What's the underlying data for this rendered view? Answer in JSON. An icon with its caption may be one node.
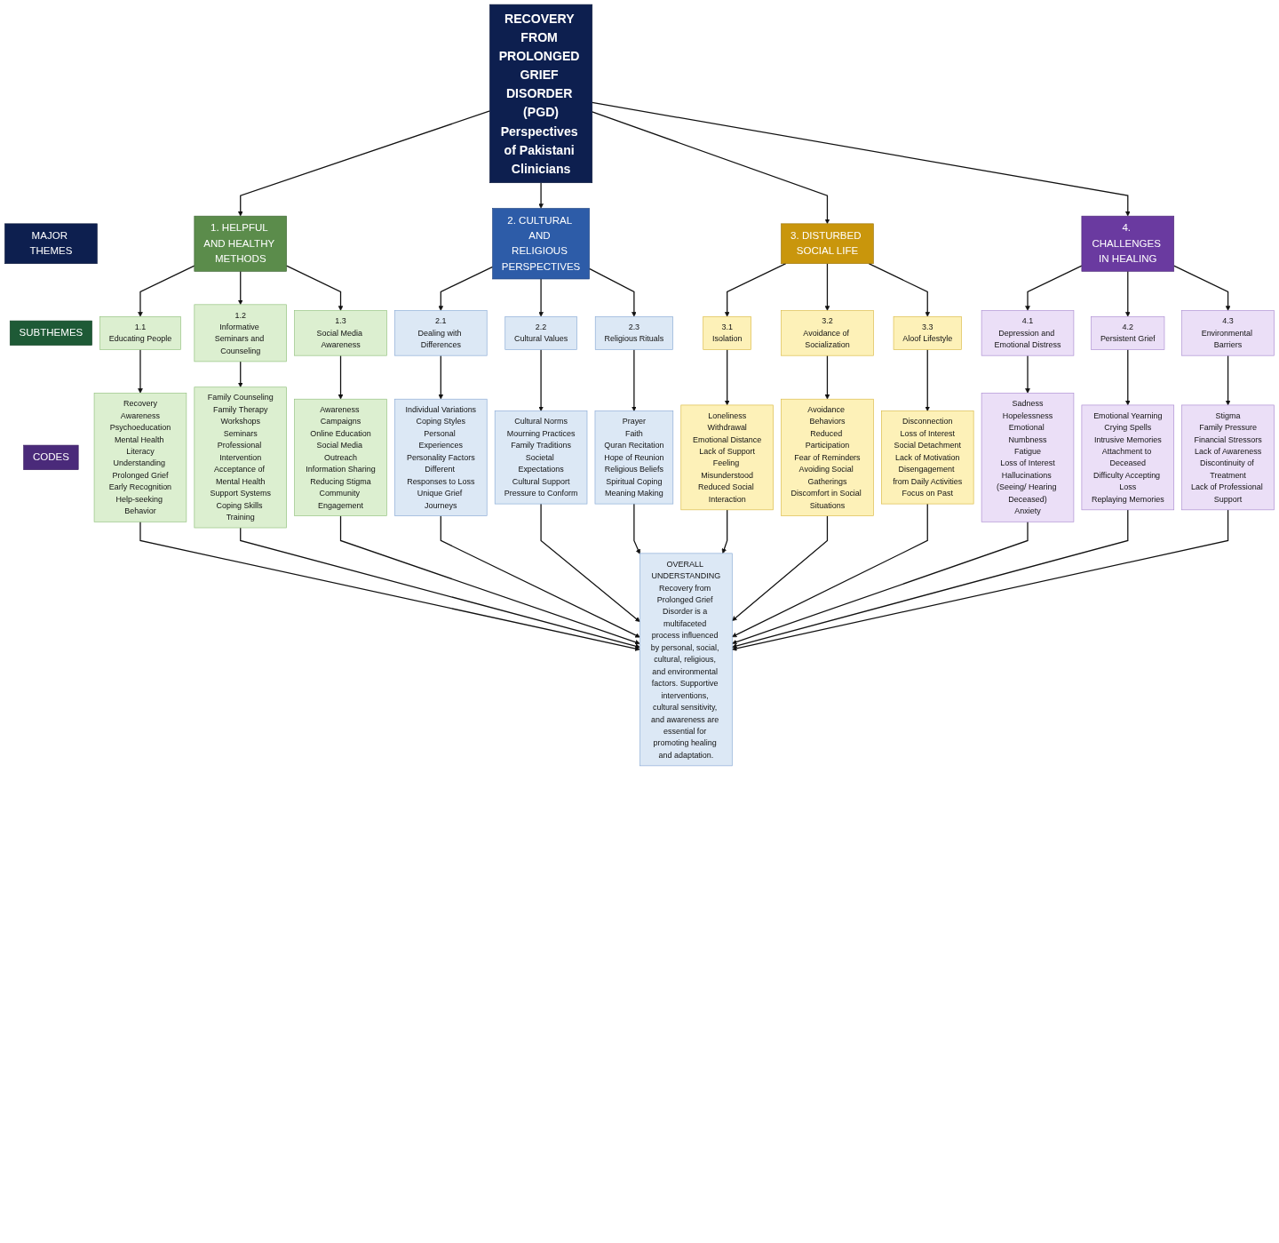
{
  "diagram": {
    "nodes": [
      {
        "text": [
          "RECOVERY FROM PROLONGED GRIEF DISORDER (PGD)",
          "Perspectives of Pakistani Clinicians"
        ]
      },
      {
        "text": [
          "MAJOR THEMES"
        ]
      },
      {
        "text": [
          "1. HELPFUL AND HEALTHY METHODS"
        ]
      },
      {
        "text": [
          "2. CULTURAL AND RELIGIOUS PERSPECTIVES"
        ]
      },
      {
        "text": [
          "3. DISTURBED SOCIAL LIFE"
        ]
      },
      {
        "text": [
          "4. CHALLENGES IN HEALING"
        ]
      },
      {
        "text": [
          "SUBTHEMES"
        ]
      },
      {
        "text": [
          "1.1",
          "Educating People"
        ]
      },
      {
        "text": [
          "1.2",
          "Informative Seminars and Counseling"
        ]
      },
      {
        "text": [
          "1.3",
          "Social Media Awareness"
        ]
      },
      {
        "text": [
          "2.1",
          "Dealing with Differences"
        ]
      },
      {
        "text": [
          "2.2",
          "Cultural Values"
        ]
      },
      {
        "text": [
          "2.3",
          "Religious Rituals"
        ]
      },
      {
        "text": [
          "3.1",
          "Isolation"
        ]
      },
      {
        "text": [
          "3.2",
          "Avoidance of Socialization"
        ]
      },
      {
        "text": [
          "3.3",
          "Aloof Lifestyle"
        ]
      },
      {
        "text": [
          "4.1",
          "Depression and Emotional Distress"
        ]
      },
      {
        "text": [
          "4.2",
          "Persistent Grief"
        ]
      },
      {
        "text": [
          "4.3",
          "Environmental Barriers"
        ]
      },
      {
        "text": [
          "CODES"
        ]
      },
      {
        "text": [
          "Recovery",
          "Awareness",
          "Psychoeducation",
          "Mental Health Literacy",
          "Understanding Prolonged Grief",
          "Early Recognition",
          "Help-seeking Behavior"
        ]
      },
      {
        "text": [
          "Family Counseling",
          "Family Therapy",
          "Workshops",
          "Seminars",
          "Professional Intervention",
          "Acceptance of Mental Health",
          "Support Systems",
          "Coping Skills Training"
        ]
      },
      {
        "text": [
          "Awareness Campaigns",
          "Online Education",
          "Social Media Outreach",
          "Information Sharing",
          "Reducing Stigma",
          "Community Engagement"
        ]
      },
      {
        "text": [
          "Individual Variations",
          "Coping Styles",
          "Personal Experiences",
          "Personality Factors",
          "Different Responses to Loss",
          "Unique Grief Journeys"
        ]
      },
      {
        "text": [
          "Cultural Norms",
          "Mourning Practices",
          "Family Traditions",
          "Societal Expectations",
          "Cultural Support",
          "Pressure to Conform"
        ]
      },
      {
        "text": [
          "Prayer",
          "Faith",
          "Quran Recitation",
          "Hope of Reunion",
          "Religious Beliefs",
          "Spiritual Coping",
          "Meaning Making"
        ]
      },
      {
        "text": [
          "Loneliness",
          "Withdrawal",
          "Emotional Distance",
          "Lack of Support",
          "Feeling Misunderstood",
          "Reduced Social Interaction"
        ]
      },
      {
        "text": [
          "Avoidance Behaviors",
          "Reduced Participation",
          "Fear of Reminders",
          "Avoiding Social Gatherings",
          "Discomfort in Social Situations"
        ]
      },
      {
        "text": [
          "Disconnection",
          "Loss of Interest",
          "Social Detachment",
          "Lack of Motivation",
          "Disengagement from Daily Activities",
          "Focus on Past"
        ]
      },
      {
        "text": [
          "Sadness",
          "Hopelessness",
          "Emotional Numbness",
          "Fatigue",
          "Loss of Interest",
          "Hallucinations (Seeing/ Hearing Deceased)",
          "Anxiety"
        ]
      },
      {
        "text": [
          "Emotional Yearning",
          "Crying Spells",
          "Intrusive Memories",
          "Attachment to Deceased",
          "Difficulty Accepting Loss",
          "Replaying Memories"
        ]
      },
      {
        "text": [
          "Stigma",
          "Family Pressure",
          "Financial Stressors",
          "Lack of Awareness",
          "Discontinuity of Treatment",
          "Lack of Professional Support"
        ]
      },
      {
        "text": [
          "OVERALL UNDERSTANDING",
          "Recovery from Prolonged Grief Disorder is a multifaceted process influenced by personal, social, cultural, religious, and environmental factors. Supportive interventions, cultural sensitivity, and awareness are essential for promoting healing and adaptation."
        ]
      }
    ],
    "edges": [
      {
        "from": 0,
        "to": 2,
        "arrow": "to"
      },
      {
        "from": 0,
        "to": 3,
        "arrow": "to"
      },
      {
        "from": 0,
        "to": 4,
        "arrow": "to"
      },
      {
        "from": 0,
        "to": 5,
        "arrow": "to"
      },
      {
        "from": 2,
        "to": 7,
        "arrow": "to"
      },
      {
        "from": 2,
        "to": 8,
        "arrow": "to"
      },
      {
        "from": 2,
        "to": 9,
        "arrow": "to"
      },
      {
        "from": 3,
        "to": 10,
        "arrow": "to"
      },
      {
        "from": 3,
        "to": 11,
        "arrow": "to"
      },
      {
        "from": 3,
        "to": 12,
        "arrow": "to"
      },
      {
        "from": 4,
        "to": 13,
        "arrow": "to"
      },
      {
        "from": 4,
        "to": 14,
        "arrow": "to"
      },
      {
        "from": 4,
        "to": 15,
        "arrow": "to"
      },
      {
        "from": 5,
        "to": 16,
        "arrow": "to"
      },
      {
        "from": 5,
        "to": 17,
        "arrow": "to"
      },
      {
        "from": 5,
        "to": 18,
        "arrow": "to"
      },
      {
        "from": 7,
        "to": 20,
        "arrow": "to"
      },
      {
        "from": 8,
        "to": 21,
        "arrow": "to"
      },
      {
        "from": 9,
        "to": 22,
        "arrow": "to"
      },
      {
        "from": 10,
        "to": 23,
        "arrow": "to"
      },
      {
        "from": 11,
        "to": 24,
        "arrow": "to"
      },
      {
        "from": 12,
        "to": 25,
        "arrow": "to"
      },
      {
        "from": 13,
        "to": 26,
        "arrow": "to"
      },
      {
        "from": 14,
        "to": 27,
        "arrow": "to"
      },
      {
        "from": 15,
        "to": 28,
        "arrow": "to"
      },
      {
        "from": 16,
        "to": 29,
        "arrow": "to"
      },
      {
        "from": 17,
        "to": 30,
        "arrow": "to"
      },
      {
        "from": 18,
        "to": 31,
        "arrow": "to"
      },
      {
        "from": 20,
        "to": 32,
        "arrow": "to"
      },
      {
        "from": 21,
        "to": 32,
        "arrow": "to"
      },
      {
        "from": 22,
        "to": 32,
        "arrow": "to"
      },
      {
        "from": 23,
        "to": 32,
        "arrow": "to"
      },
      {
        "from": 24,
        "to": 32,
        "arrow": "to"
      },
      {
        "from": 25,
        "to": 32,
        "arrow": "to"
      },
      {
        "from": 26,
        "to": 32,
        "arrow": "to"
      },
      {
        "from": 27,
        "to": 32,
        "arrow": "to"
      },
      {
        "from": 28,
        "to": 32,
        "arrow": "to"
      },
      {
        "from": 29,
        "to": 32,
        "arrow": "to"
      },
      {
        "from": 30,
        "to": 32,
        "arrow": "to"
      },
      {
        "from": 31,
        "to": 32,
        "arrow": "to"
      }
    ]
  }
}
